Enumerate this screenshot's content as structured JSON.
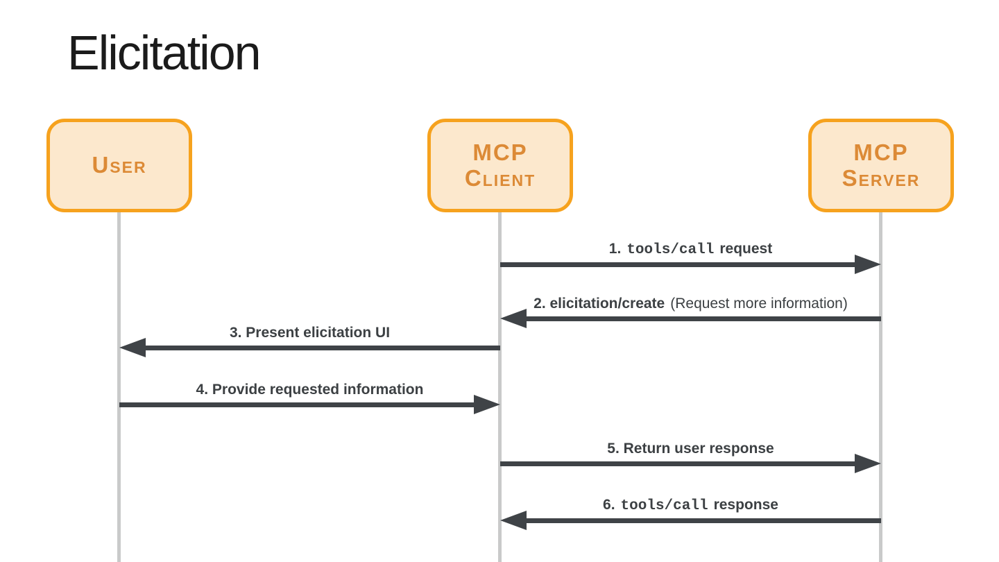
{
  "title": "Elicitation",
  "actors": [
    {
      "id": "user",
      "line1": "User",
      "line2": ""
    },
    {
      "id": "mcp-client",
      "line1": "MCP",
      "line2": "Client"
    },
    {
      "id": "mcp-server",
      "line1": "MCP",
      "line2": "Server"
    }
  ],
  "messages": [
    {
      "step": "1.",
      "code": "tools/call",
      "tail": "request",
      "from": "MCP Client",
      "to": "MCP Server",
      "direction": "right"
    },
    {
      "step": "2. elicitation/create",
      "code": "",
      "tail": "(Request more information)",
      "from": "MCP Server",
      "to": "MCP Client",
      "direction": "left"
    },
    {
      "step": "3. Present elicitation UI",
      "code": "",
      "tail": "",
      "from": "MCP Client",
      "to": "User",
      "direction": "left"
    },
    {
      "step": "4. Provide requested information",
      "code": "",
      "tail": "",
      "from": "User",
      "to": "MCP Client",
      "direction": "right"
    },
    {
      "step": "5. Return user response",
      "code": "",
      "tail": "",
      "from": "MCP Client",
      "to": "MCP Server",
      "direction": "right"
    },
    {
      "step": "6.",
      "code": "tools/call",
      "tail": "response",
      "from": "MCP Server",
      "to": "MCP Client",
      "direction": "left"
    }
  ],
  "colors": {
    "background": "#FFFFFF",
    "title_text": "#1B1B1B",
    "actor_fill": "#FCE8CD",
    "actor_border": "#F6A21E",
    "actor_text": "#DC8A36",
    "lifeline": "#C9CACA",
    "arrow": "#3F4347",
    "label_text": "#3C4043"
  }
}
